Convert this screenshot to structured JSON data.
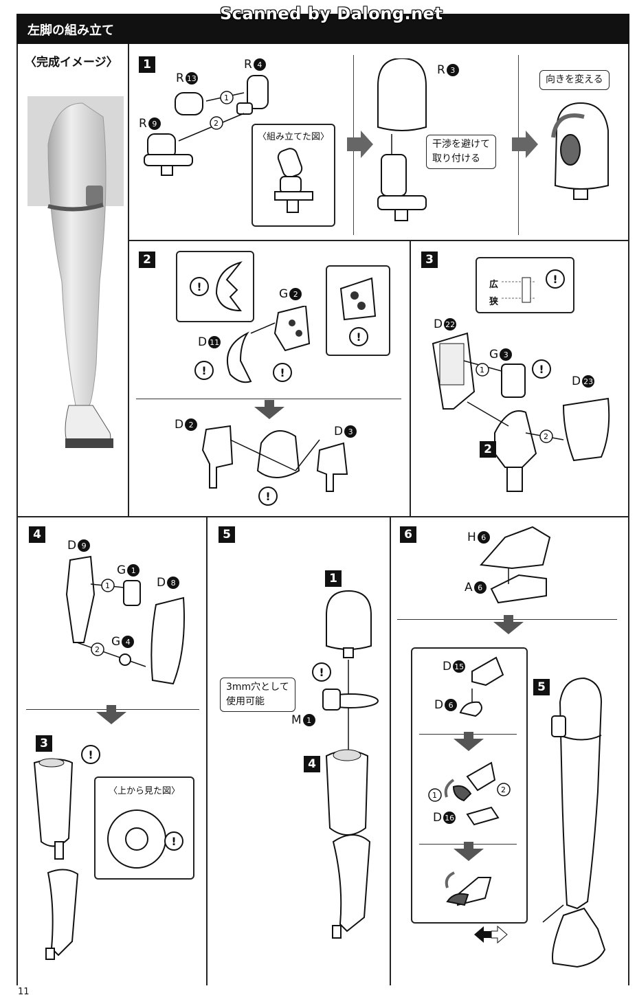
{
  "watermark": "Scanned by Dalong.net",
  "header": {
    "title": "左脚の組み立て"
  },
  "page_number": "11",
  "completed_image": {
    "label": "〈完成イメージ〉"
  },
  "steps": {
    "s1": {
      "num": "1",
      "parts": {
        "r13": "R",
        "r13n": "13",
        "r4": "R",
        "r4n": "4",
        "r9": "R",
        "r9n": "9",
        "r3": "R",
        "r3n": "3"
      },
      "assembled_label": "〈組み立てた図〉",
      "note_avoid": "干渉を避けて\n取り付ける",
      "note_rotate": "向きを変える",
      "o1": "1",
      "o2": "2"
    },
    "s2": {
      "num": "2",
      "parts": {
        "g2": "G",
        "g2n": "2",
        "d11": "D",
        "d11n": "11",
        "d2": "D",
        "d2n": "2",
        "d3": "D",
        "d3n": "3"
      }
    },
    "s3": {
      "num": "3",
      "wide": "広",
      "narrow": "狭",
      "parts": {
        "d22": "D",
        "d22n": "22",
        "g3": "G",
        "g3n": "3",
        "d23": "D",
        "d23n": "23"
      },
      "sub": "2",
      "o1": "1",
      "o2": "2"
    },
    "s4": {
      "num": "4",
      "parts": {
        "d9": "D",
        "d9n": "9",
        "g1": "G",
        "g1n": "1",
        "d8": "D",
        "d8n": "8",
        "g4": "G",
        "g4n": "4"
      },
      "sub": "3",
      "topview": "〈上から見た図〉",
      "o1": "1",
      "o2": "2"
    },
    "s5": {
      "num": "5",
      "sub1": "1",
      "sub4": "4",
      "note": "3mm穴として\n使用可能",
      "parts": {
        "m1": "M",
        "m1n": "1"
      }
    },
    "s6": {
      "num": "6",
      "parts": {
        "h6": "H",
        "h6n": "6",
        "a6": "A",
        "a6n": "6",
        "d15": "D",
        "d15n": "15",
        "d6": "D",
        "d6n": "6",
        "d16": "D",
        "d16n": "16"
      },
      "sub5": "5",
      "o1": "1",
      "o2": "2"
    }
  }
}
